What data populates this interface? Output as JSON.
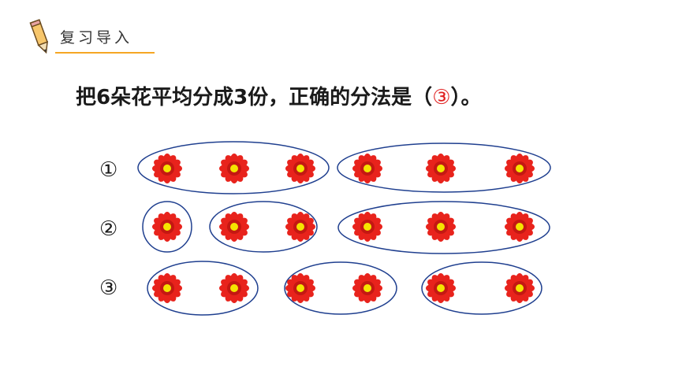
{
  "header": {
    "title": "复习导入",
    "icon": "pencil-icon",
    "accent_color": "#f5a623"
  },
  "question": {
    "prefix": "把6朵花平均分成3份，正确的分法是（",
    "answer": "③",
    "suffix": "）。",
    "answer_color": "#e02020"
  },
  "options": [
    {
      "label": "①",
      "groups": [
        3,
        3
      ]
    },
    {
      "label": "②",
      "groups": [
        1,
        2,
        3
      ]
    },
    {
      "label": "③",
      "groups": [
        2,
        2,
        2
      ]
    }
  ],
  "colors": {
    "ellipse_stroke": "#1f3f8f",
    "flower_petal": "#e8231c",
    "flower_center": "#f5e400"
  }
}
